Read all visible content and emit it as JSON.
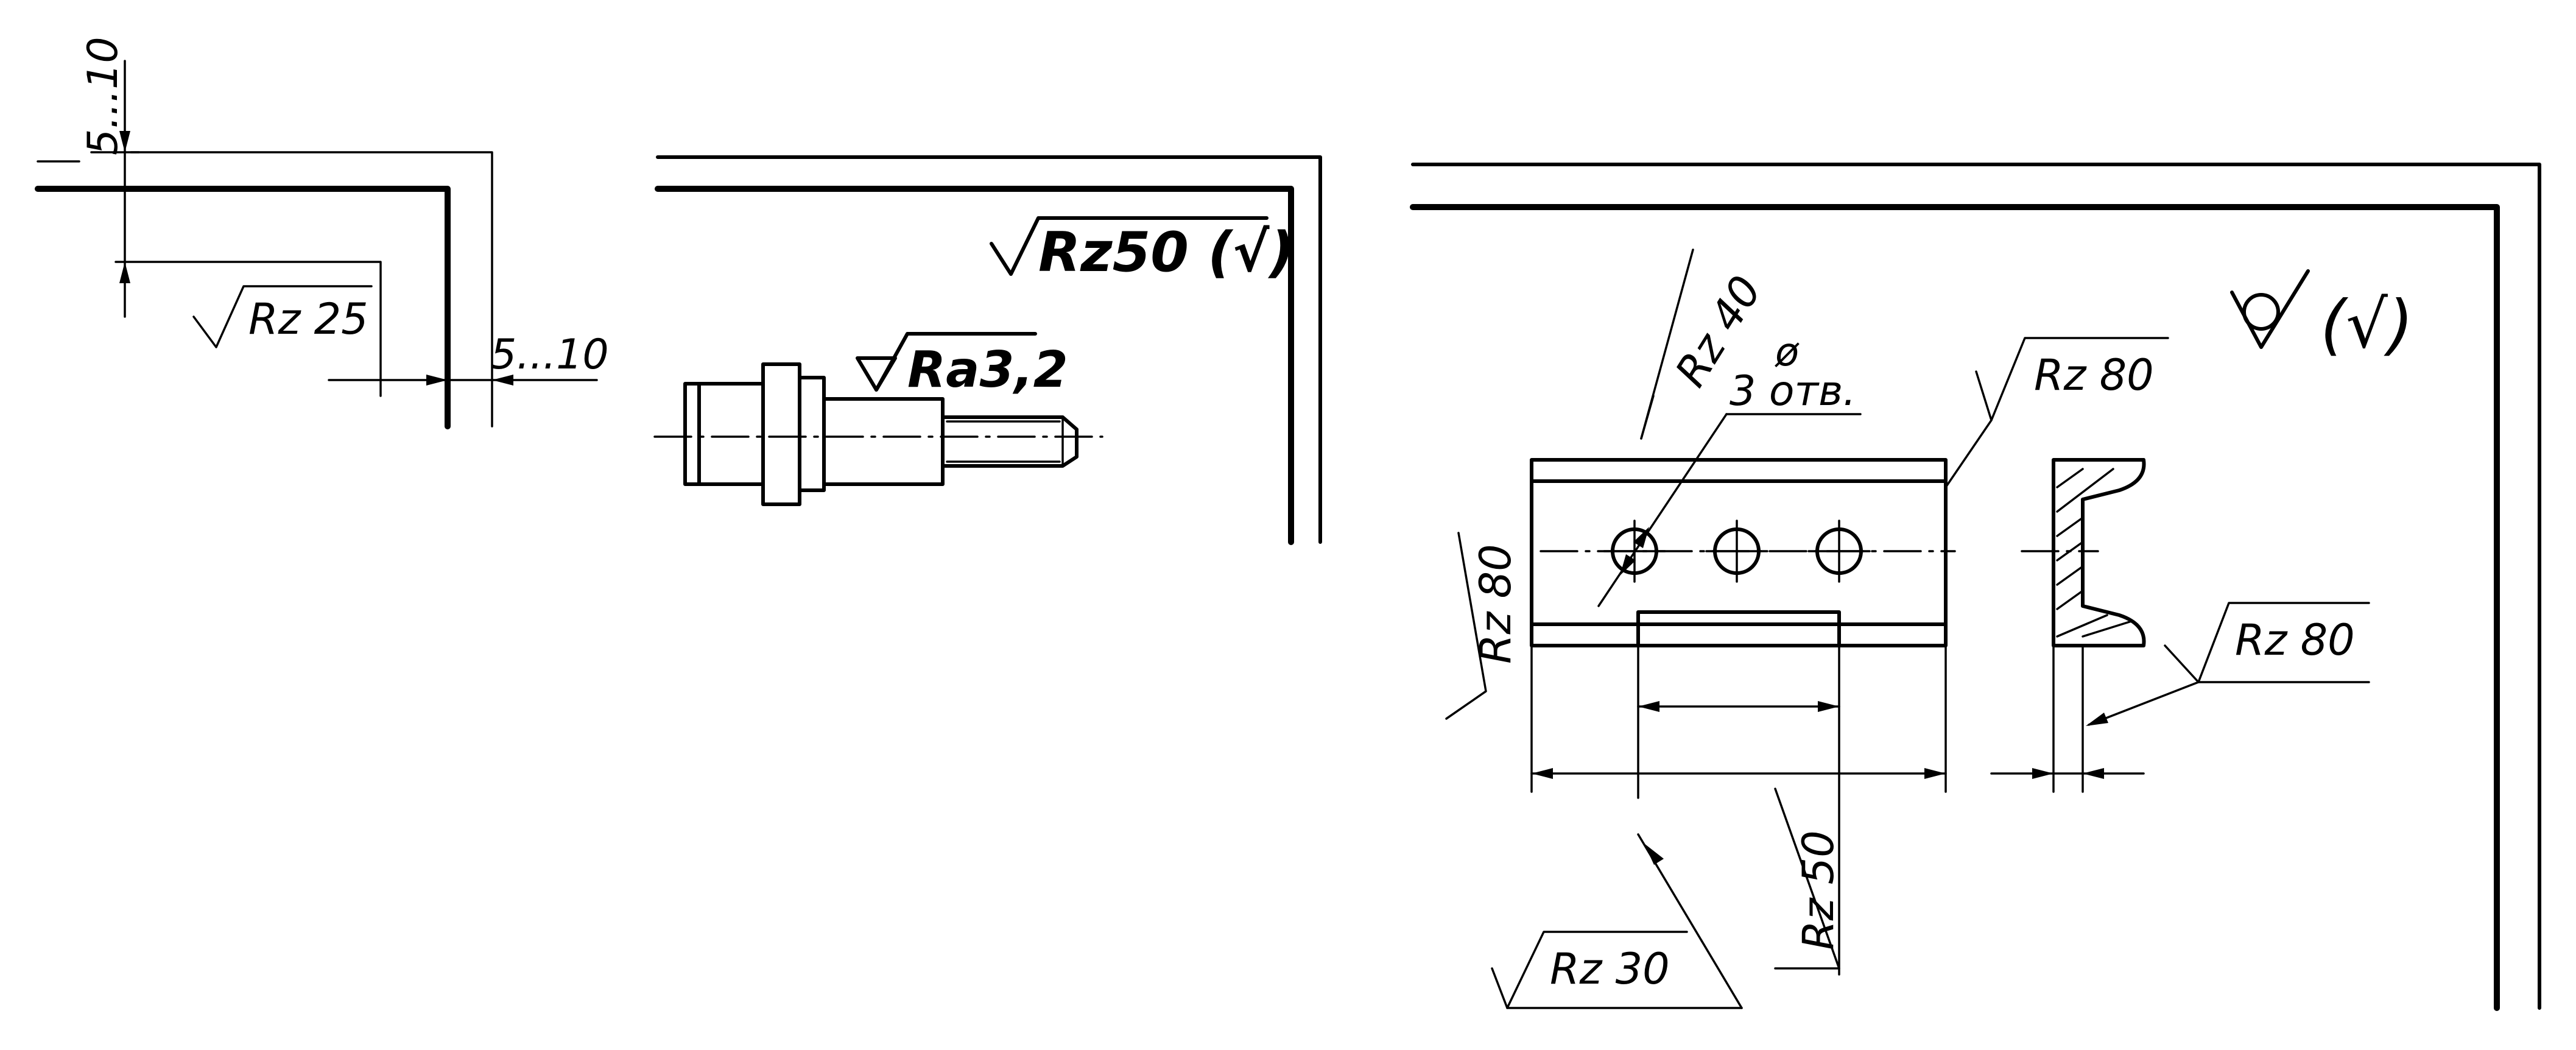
{
  "labels": {
    "dim_5_10_vertical": "5...10",
    "dim_5_10_horizontal": "5...10",
    "rz25": "Rz 25",
    "rz50_general": "Rz50 (√)",
    "ra32": "Ra3,2",
    "rz40": "Rz 40",
    "diameter_sign": "ø",
    "holes_note": "3 отв.",
    "rz80_top": "Rz 80",
    "rz80_left": "Rz 80",
    "rz80_right": "Rz 80",
    "rz50_bottom": "Rz 50",
    "rz30": "Rz 30",
    "unmachined_general": "(√)"
  }
}
